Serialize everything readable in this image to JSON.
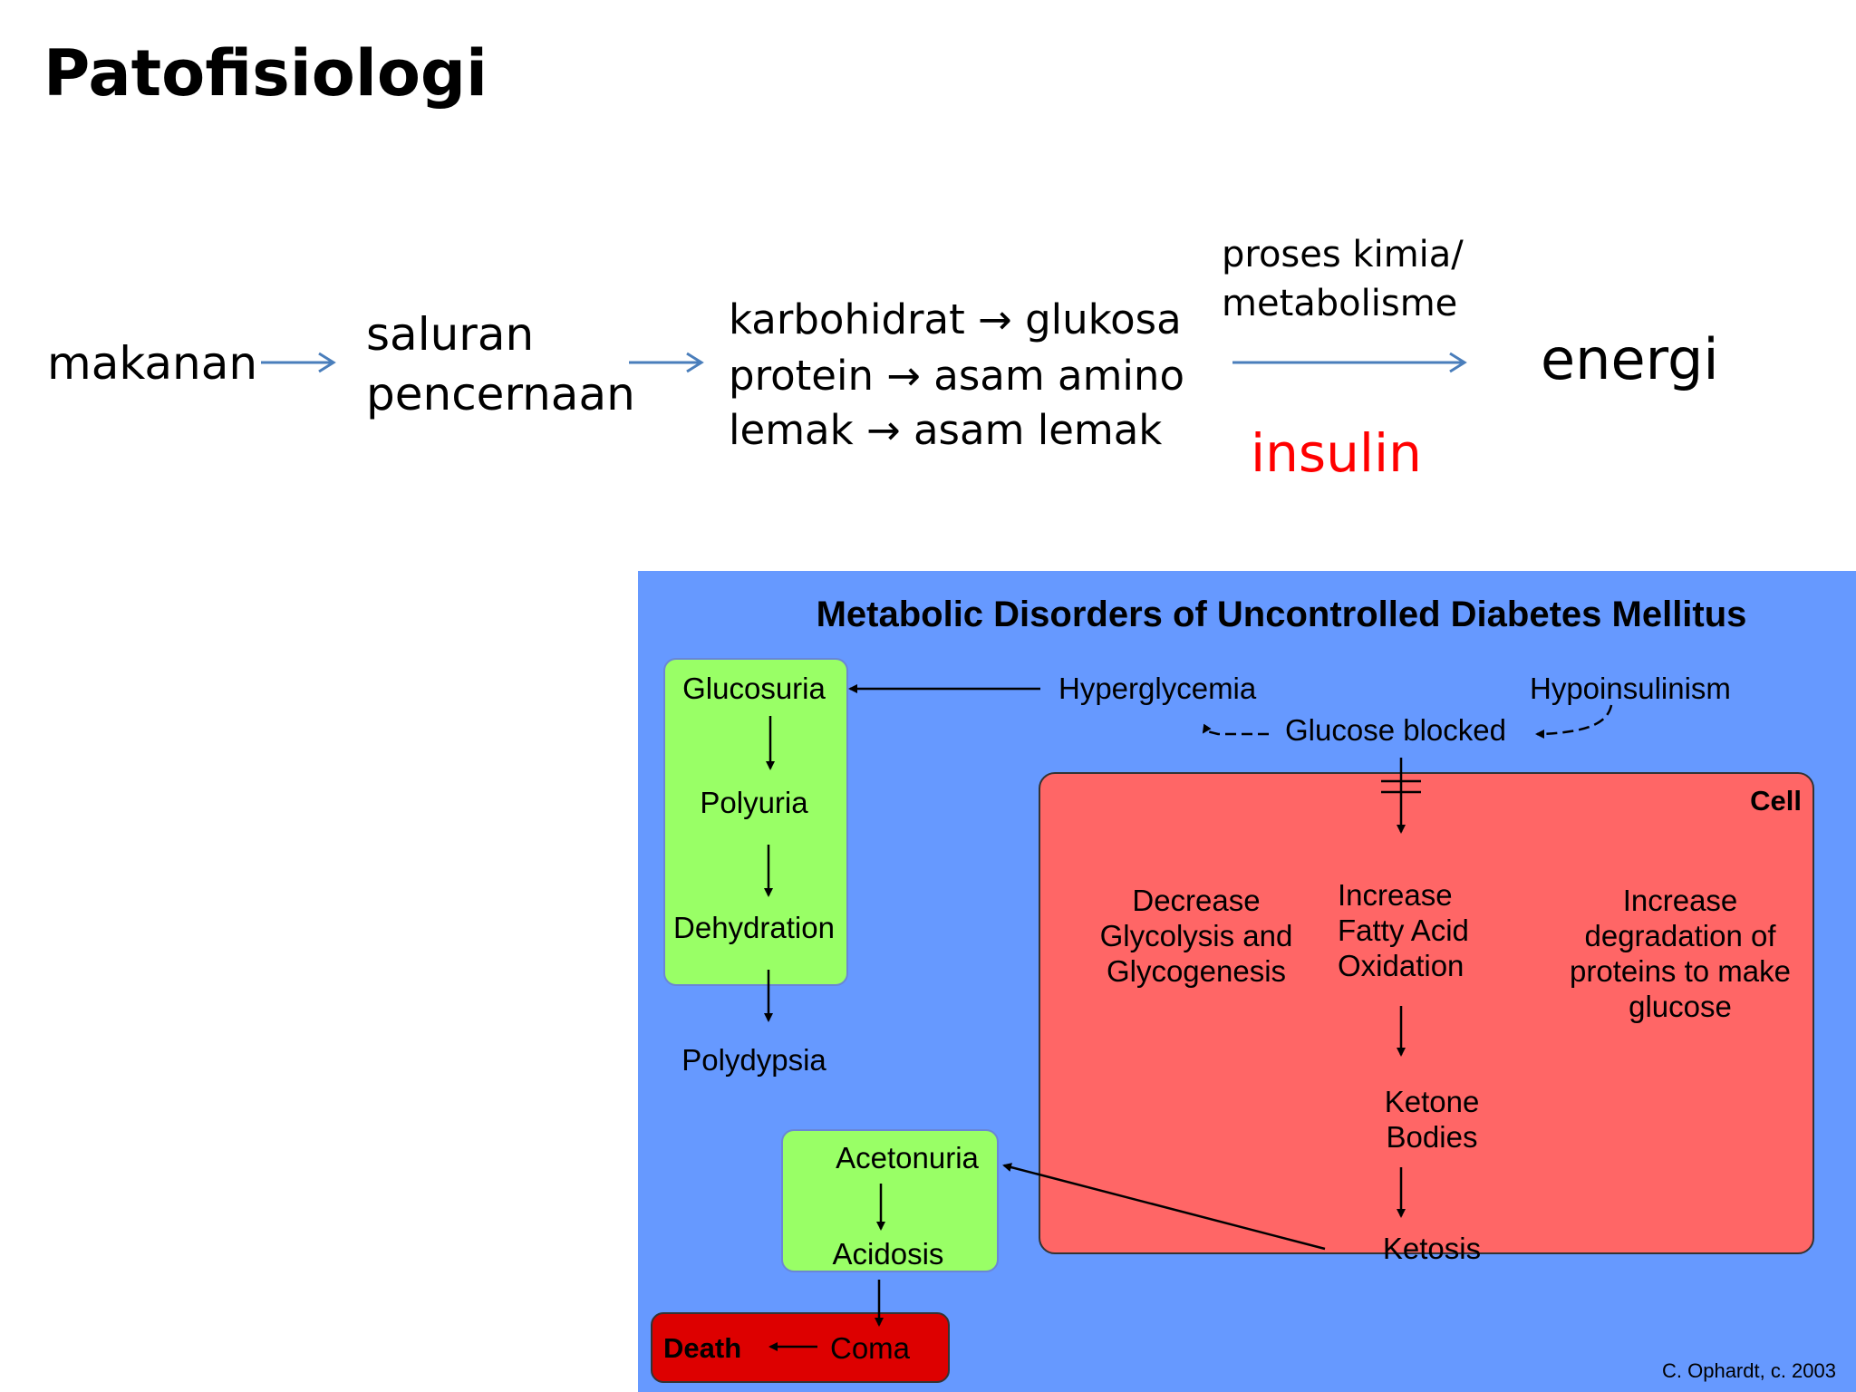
{
  "slide": {
    "title": "Patofisiologi",
    "flow": {
      "step1": "makanan",
      "step2_line1": "saluran",
      "step2_line2": "pencernaan",
      "conversions": [
        "karbohidrat → glukosa",
        "protein → asam amino",
        "lemak → asam lemak"
      ],
      "process_line1": "proses kimia/",
      "process_line2": "metabolisme",
      "result": "energi",
      "hormone": "insulin"
    }
  },
  "diagram": {
    "title": "Metabolic Disorders of Uncontrolled Diabetes Mellitus",
    "nodes": {
      "glucosuria": "Glucosuria",
      "polyuria": "Polyuria",
      "dehydration": "Dehydration",
      "polydypsia": "Polydypsia",
      "hyperglycemia": "Hyperglycemia",
      "hypoinsulinism": "Hypoinsulinism",
      "glucose_blocked": "Glucose blocked",
      "cell_label": "Cell",
      "decrease_glycolysis": [
        "Decrease",
        "Glycolysis and",
        "Glycogenesis"
      ],
      "increase_fatty_acid": [
        "Increase",
        "Fatty Acid",
        "Oxidation"
      ],
      "increase_degradation": [
        "Increase",
        "degradation of",
        "proteins to make",
        "glucose"
      ],
      "ketone_bodies": [
        "Ketone",
        "Bodies"
      ],
      "ketosis": "Ketosis",
      "acetonuria": "Acetonuria",
      "acidosis": "Acidosis",
      "death": "Death",
      "coma": "Coma"
    },
    "credit": "C. Ophardt, c. 2003",
    "colors": {
      "background": "#6699ff",
      "green_box": "#99ff66",
      "cell": "#ff6666",
      "death": "#dd0000",
      "insulin_text": "#ff0000",
      "flow_arrow": "#4a7ebb"
    }
  }
}
